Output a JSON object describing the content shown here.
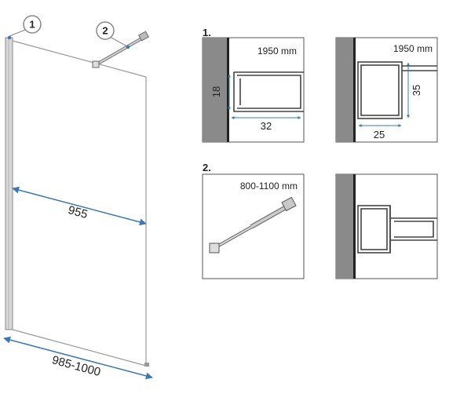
{
  "callouts": {
    "glass": "1",
    "bar": "2"
  },
  "main": {
    "width_label": "955",
    "total_label": "985-1000"
  },
  "section1": {
    "title": "1.",
    "left": {
      "height_mm": "1950 mm",
      "dim_vertical": "18",
      "dim_horizontal": "32"
    },
    "right": {
      "height_mm": "1950 mm",
      "dim_vertical": "35",
      "dim_horizontal": "25"
    }
  },
  "section2": {
    "title": "2.",
    "range_mm": "800-1100 mm"
  },
  "colors": {
    "dimension": "#3a78b5",
    "wall": "#8a8a8a",
    "frame": "#444444",
    "glass_edge": "#b0b0b0"
  }
}
